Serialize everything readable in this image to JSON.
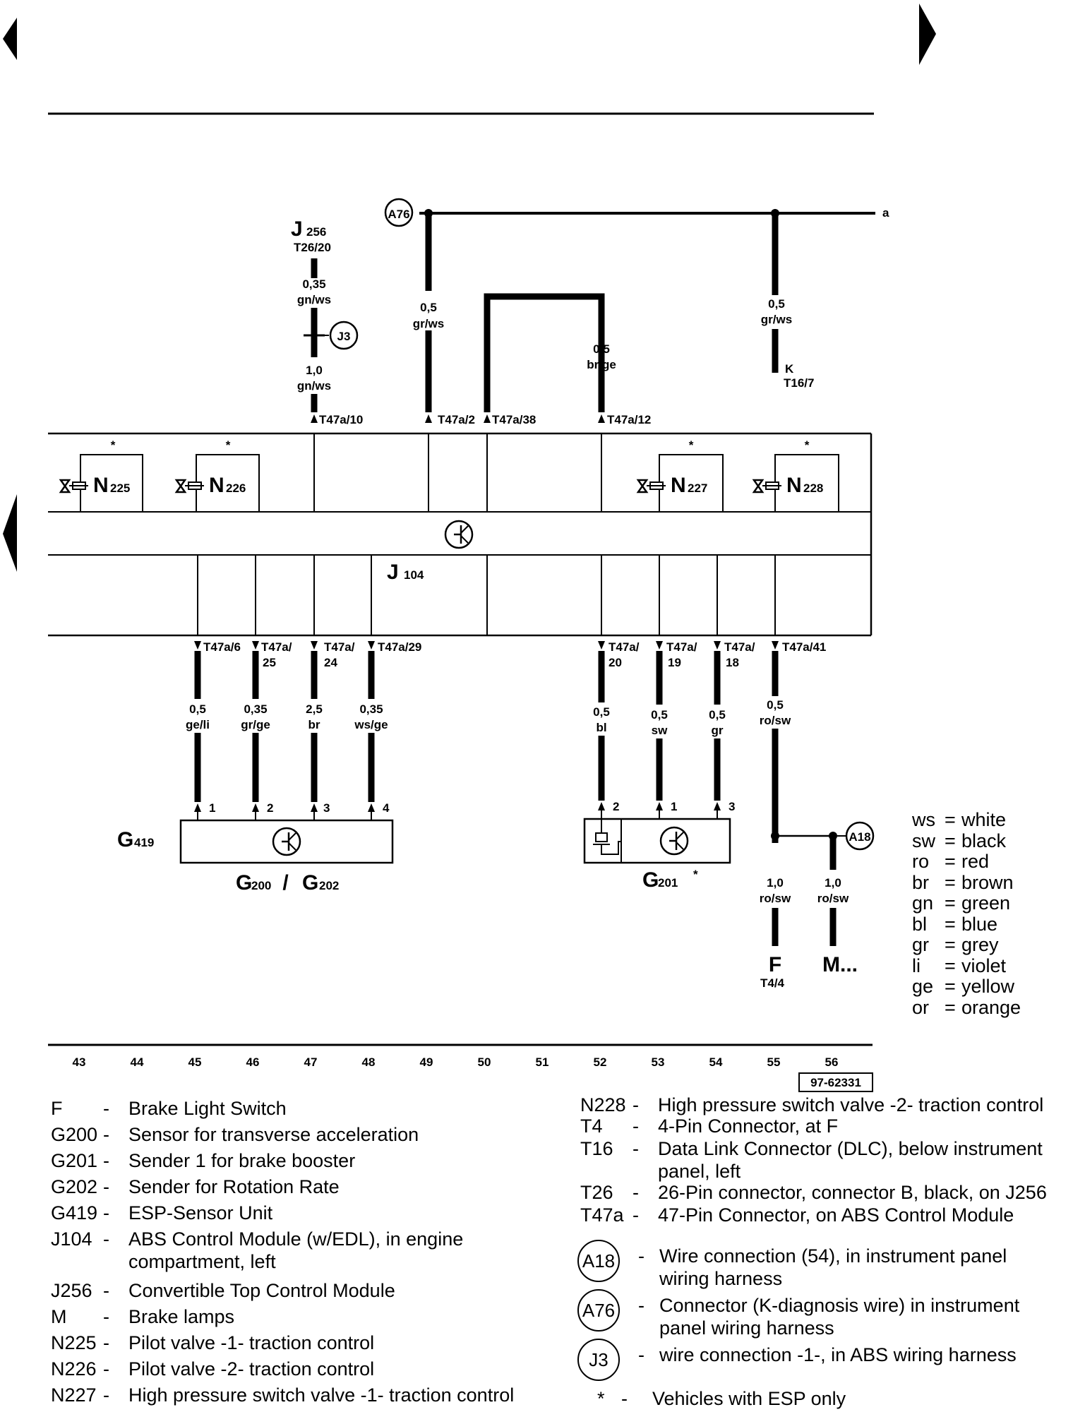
{
  "components": {
    "j256": {
      "code": "J",
      "sub": "256",
      "pin": "T26/20"
    },
    "a76": "A76",
    "j3": "J3",
    "a18": "A18",
    "k": {
      "code": "K",
      "pin": "T16/7"
    },
    "a": "a",
    "n225": {
      "code": "N",
      "sub": "225"
    },
    "n226": {
      "code": "N",
      "sub": "226"
    },
    "n227": {
      "code": "N",
      "sub": "227"
    },
    "n228": {
      "code": "N",
      "sub": "228"
    },
    "star": "*",
    "j104": {
      "code": "J",
      "sub": "104"
    },
    "g419": {
      "code": "G",
      "sub": "419"
    },
    "g200": {
      "code": "G",
      "sub": "200",
      "sep": " / ",
      "code2": "G",
      "sub2": "202"
    },
    "g201": {
      "code": "G",
      "sub": "201",
      "mark": "*"
    },
    "f": {
      "code": "F",
      "pin": "T4/4"
    },
    "m": "M..."
  },
  "wires": {
    "j256_top": {
      "size": "0,35",
      "color": "gn/ws"
    },
    "j256_bot": {
      "size": "1,0",
      "color": "gn/ws"
    },
    "a76_left": {
      "size": "0,5",
      "color": "gr/ws"
    },
    "a76_right": {
      "size": "0,5",
      "color": "gr/ws"
    },
    "loop": {
      "size": "0,5",
      "color": "br/ge"
    },
    "w45": {
      "size": "0,5",
      "color": "ge/li"
    },
    "w46": {
      "size": "0,35",
      "color": "gr/ge"
    },
    "w47": {
      "size": "2,5",
      "color": "br"
    },
    "w48": {
      "size": "0,35",
      "color": "ws/ge"
    },
    "w52": {
      "size": "0,5",
      "color": "bl"
    },
    "w53": {
      "size": "0,5",
      "color": "sw"
    },
    "w54": {
      "size": "0,5",
      "color": "gr"
    },
    "w55": {
      "size": "0,5",
      "color": "ro/sw"
    },
    "wf": {
      "size": "1,0",
      "color": "ro/sw"
    },
    "wm": {
      "size": "1,0",
      "color": "ro/sw"
    }
  },
  "pins_top": {
    "p10": "T47a/10",
    "p2": "T47a/2",
    "p38": "T47a/38",
    "p12": "T47a/12"
  },
  "pins_bottom": {
    "p6": "T47a/6",
    "p25a": "T47a/",
    "p25b": "25",
    "p24a": "T47a/",
    "p24b": "24",
    "p29": "T47a/29",
    "p20a": "T47a/",
    "p20b": "20",
    "p19a": "T47a/",
    "p19b": "19",
    "p18a": "T47a/",
    "p18b": "18",
    "p41": "T47a/41"
  },
  "terminals": {
    "g1": "1",
    "g2": "2",
    "g3": "3",
    "g4": "4",
    "h2": "2",
    "h1": "1",
    "h3": "3"
  },
  "scale": [
    "43",
    "44",
    "45",
    "46",
    "47",
    "48",
    "49",
    "50",
    "51",
    "52",
    "53",
    "54",
    "55",
    "56"
  ],
  "ref_code": "97-62331",
  "colors": [
    {
      "abbr": "ws",
      "name": "white"
    },
    {
      "abbr": "sw",
      "name": "black"
    },
    {
      "abbr": "ro",
      "name": "red"
    },
    {
      "abbr": "br",
      "name": "brown"
    },
    {
      "abbr": "gn",
      "name": "green"
    },
    {
      "abbr": "bl",
      "name": "blue"
    },
    {
      "abbr": "gr",
      "name": "grey"
    },
    {
      "abbr": "li",
      "name": "violet"
    },
    {
      "abbr": "ge",
      "name": "yellow"
    },
    {
      "abbr": "or",
      "name": "orange"
    }
  ],
  "legend_left": [
    {
      "code": "F",
      "desc": "Brake Light Switch"
    },
    {
      "code": "G200",
      "desc": "Sensor for transverse acceleration"
    },
    {
      "code": "G201",
      "desc": "Sender 1 for brake booster"
    },
    {
      "code": "G202",
      "desc": "Sender for Rotation Rate"
    },
    {
      "code": "G419",
      "desc": "ESP-Sensor Unit"
    },
    {
      "code": "J104",
      "desc": "ABS Control Module (w/EDL), in engine",
      "desc2": "compartment, left"
    },
    {
      "code": "J256",
      "desc": "Convertible Top Control Module"
    },
    {
      "code": "M",
      "desc": "Brake lamps"
    },
    {
      "code": "N225",
      "desc": "Pilot valve -1- traction control"
    },
    {
      "code": "N226",
      "desc": "Pilot valve -2- traction control"
    },
    {
      "code": "N227",
      "desc": "High pressure switch valve -1- traction control"
    }
  ],
  "legend_right": [
    {
      "code": "N228",
      "desc": "High pressure switch valve -2- traction control"
    },
    {
      "code": "T4",
      "desc": "4-Pin Connector, at F"
    },
    {
      "code": "T16",
      "desc": "Data Link Connector (DLC), below instrument",
      "desc2": "panel, left"
    },
    {
      "code": "T26",
      "desc": "26-Pin connector, connector B, black, on J256"
    },
    {
      "code": "T47a",
      "desc": "47-Pin Connector, on ABS Control Module"
    }
  ],
  "legend_circles": [
    {
      "code": "A18",
      "desc": "Wire connection (54), in instrument panel",
      "desc2": "wiring harness"
    },
    {
      "code": "A76",
      "desc": "Connector (K-diagnosis wire) in instrument",
      "desc2": "panel wiring harness"
    },
    {
      "code": "J3",
      "desc": "wire connection -1-, in ABS wiring harness"
    }
  ],
  "legend_star": {
    "code": "*",
    "desc": "Vehicles with ESP only"
  }
}
